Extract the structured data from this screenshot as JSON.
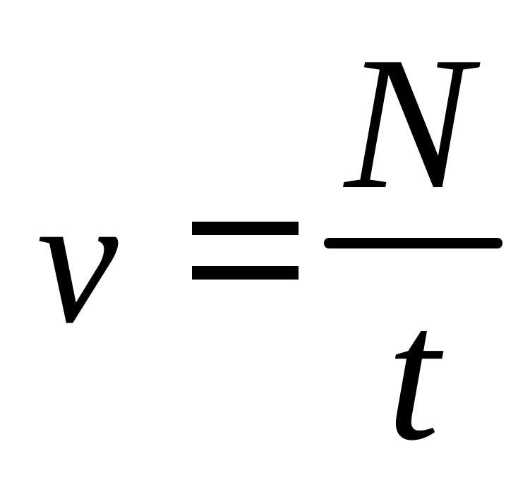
{
  "formula": {
    "lhs": "ν",
    "numerator": "N",
    "denominator": "t"
  }
}
